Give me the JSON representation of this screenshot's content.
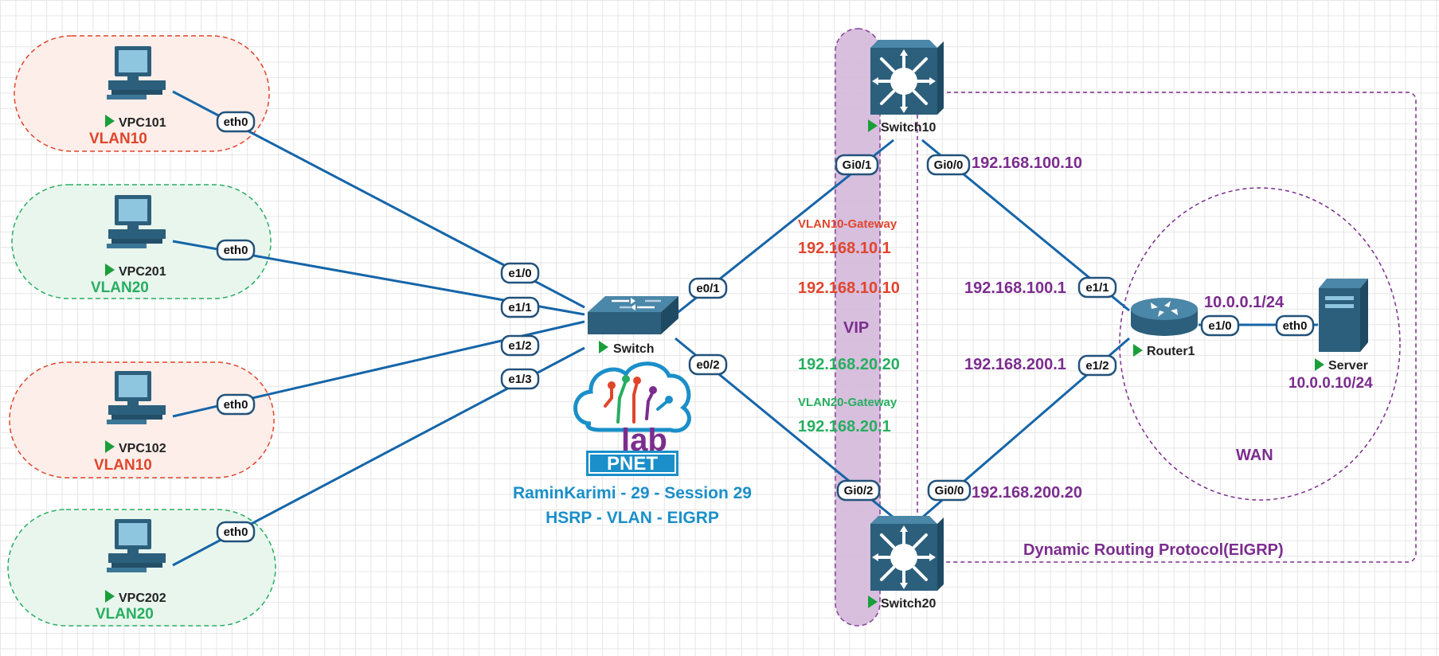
{
  "title": "RaminKarimi - 29 - Session 29",
  "subtitle": "HSRP - VLAN - EIGRP",
  "logo": {
    "lab": "lab",
    "brand": "PNET"
  },
  "colors": {
    "link": "#1565a8",
    "vlan10": "#e0452c",
    "vlan20": "#27ae60",
    "purple": "#7b2d8e",
    "title": "#1a8fc9",
    "port_stroke": "#23527a"
  },
  "nodes": {
    "vpc101": {
      "name": "VPC101",
      "vlan": "VLAN10"
    },
    "vpc201": {
      "name": "VPC201",
      "vlan": "VLAN20"
    },
    "vpc102": {
      "name": "VPC102",
      "vlan": "VLAN10"
    },
    "vpc202": {
      "name": "VPC202",
      "vlan": "VLAN20"
    },
    "access_switch": {
      "name": "Switch"
    },
    "switch10": {
      "name": "Switch10"
    },
    "switch20": {
      "name": "Switch20"
    },
    "router1": {
      "name": "Router1"
    },
    "server": {
      "name": "Server",
      "ip": "10.0.0.10/24"
    }
  },
  "ports": {
    "vpc101_eth0": "eth0",
    "vpc201_eth0": "eth0",
    "vpc102_eth0": "eth0",
    "vpc202_eth0": "eth0",
    "sw_e10": "e1/0",
    "sw_e11": "e1/1",
    "sw_e12": "e1/2",
    "sw_e13": "e1/3",
    "sw_e01": "e0/1",
    "sw_e02": "e0/2",
    "s10_gi01": "Gi0/1",
    "s10_gi00": "Gi0/0",
    "s20_gi02": "Gi0/2",
    "s20_gi00": "Gi0/0",
    "r1_e11": "e1/1",
    "r1_e12": "e1/2",
    "r1_e10": "e1/0",
    "server_eth0": "eth0"
  },
  "ips": {
    "s10_gi00": "192.168.100.10",
    "r1_e11": "192.168.100.1",
    "r1_e12": "192.168.200.1",
    "s20_gi00": "192.168.200.20",
    "r1_e10": "10.0.0.1/24"
  },
  "hsrp": {
    "vlan10_gateway_label": "VLAN10-Gateway",
    "vlan10_gateway_ip": "192.168.10.1",
    "vlan10_switch_ip": "192.168.10.10",
    "vip_label": "VIP",
    "vlan20_switch_ip": "192.168.20.20",
    "vlan20_gateway_label": "VLAN20-Gateway",
    "vlan20_gateway_ip": "192.168.20.1"
  },
  "zones": {
    "wan": "WAN",
    "eigrp": "Dynamic Routing Protocol(EIGRP)"
  }
}
